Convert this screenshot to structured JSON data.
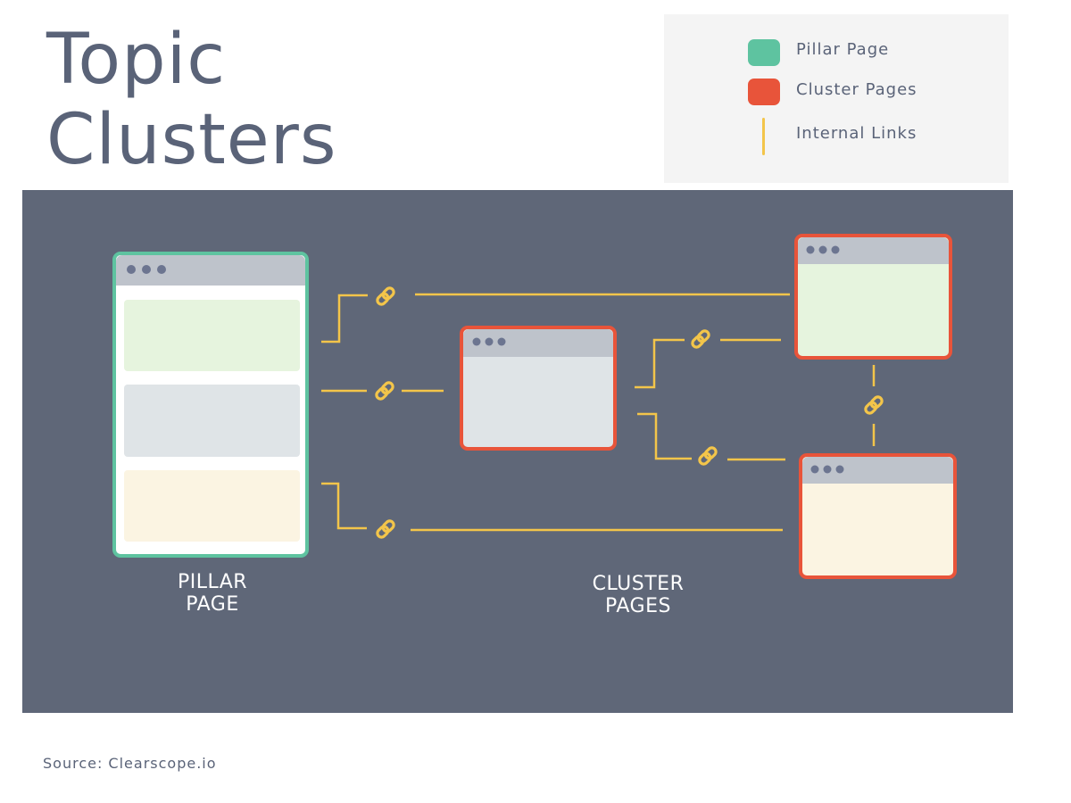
{
  "title": {
    "line1": "Topic",
    "line2": "Clusters"
  },
  "legend": {
    "items": [
      {
        "label": "Pillar Page",
        "color": "#5ec3a0",
        "icon": "green-square"
      },
      {
        "label": "Cluster Pages",
        "color": "#e8543a",
        "icon": "red-square"
      },
      {
        "label": "Internal Links",
        "color": "#f3c54a",
        "icon": "yellow-line"
      }
    ]
  },
  "diagram": {
    "background": "#5f6778",
    "pillar_caption": {
      "line1": "PILLAR",
      "line2": "PAGE"
    },
    "cluster_caption": {
      "line1": "CLUSTER",
      "line2": "PAGES"
    },
    "colors": {
      "pillar_border": "#5ec3a0",
      "cluster_border": "#e8543a",
      "link": "#f3c54a",
      "browser_bar": "#bec3cb",
      "browser_dots": "#6c7590",
      "block_green": "#e6f4de",
      "block_gray": "#dfe4e7",
      "block_cream": "#fbf4e2"
    }
  },
  "source": "Source: Clearscope.io"
}
